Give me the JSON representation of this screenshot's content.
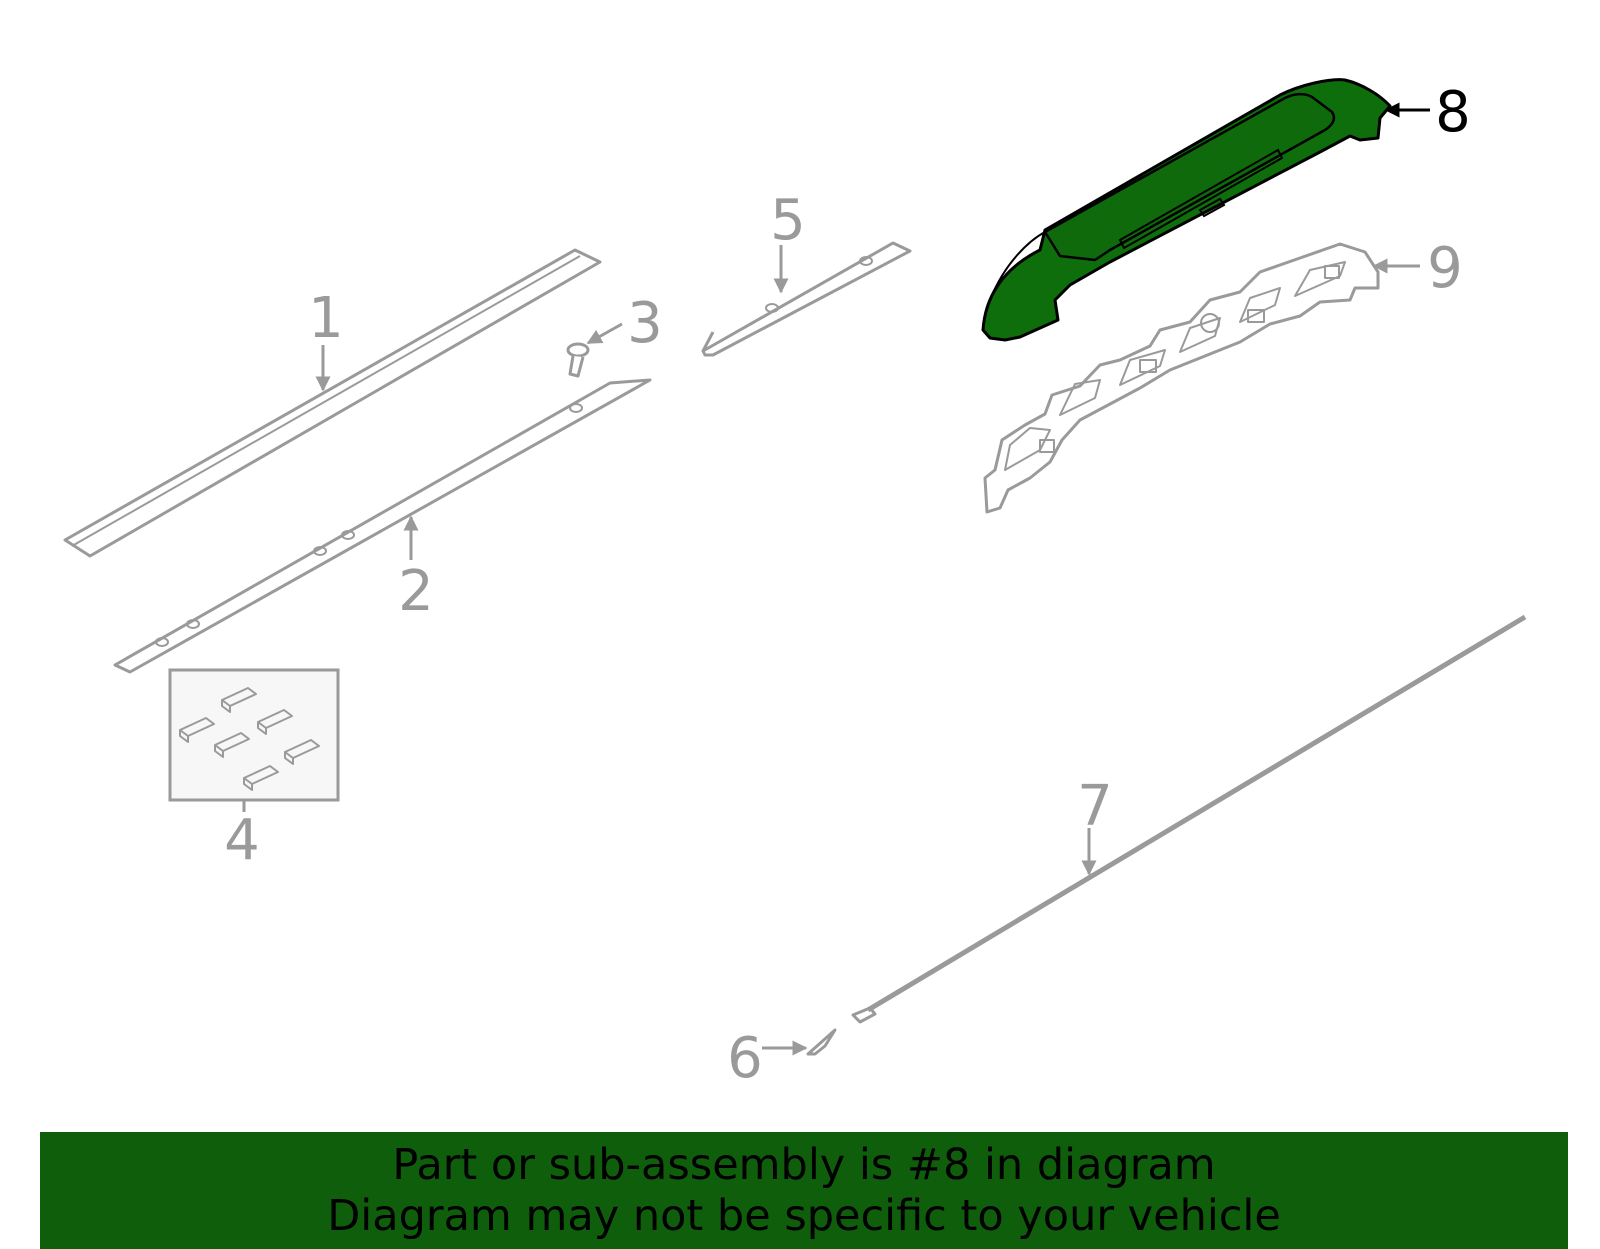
{
  "diagram": {
    "highlighted_part": "8",
    "callouts": [
      "1",
      "2",
      "3",
      "4",
      "5",
      "6",
      "7",
      "8",
      "9"
    ],
    "colors": {
      "highlight_fill": "#0f6e0c",
      "line": "#9a9a9a",
      "banner": "#0f5e0c"
    }
  },
  "banner": {
    "line1": "Part or sub-assembly is #8 in diagram",
    "line2": "Diagram may not be specific to your vehicle"
  }
}
